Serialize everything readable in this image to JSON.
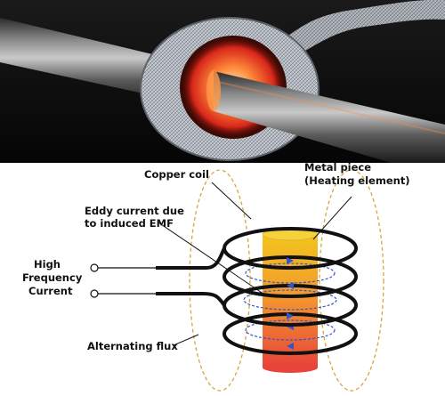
{
  "photo": {
    "description_icon": "induction-heating-photo"
  },
  "labels": {
    "copper_coil": "Copper coil",
    "metal_piece_1": "Metal piece",
    "metal_piece_2": "(Heating element)",
    "eddy_1": "Eddy current due",
    "eddy_2": "to induced EMF",
    "hf_1": "High",
    "hf_2": "Frequency",
    "hf_3": "Current",
    "alternating_flux": "Alternating flux"
  },
  "colors": {
    "coil": "#111111",
    "flux": "#d9a441",
    "eddy_arrow": "#2f57c8",
    "metal_top": "#f2c21e",
    "metal_bottom": "#e8443a",
    "glow": "#ff6a2a"
  }
}
